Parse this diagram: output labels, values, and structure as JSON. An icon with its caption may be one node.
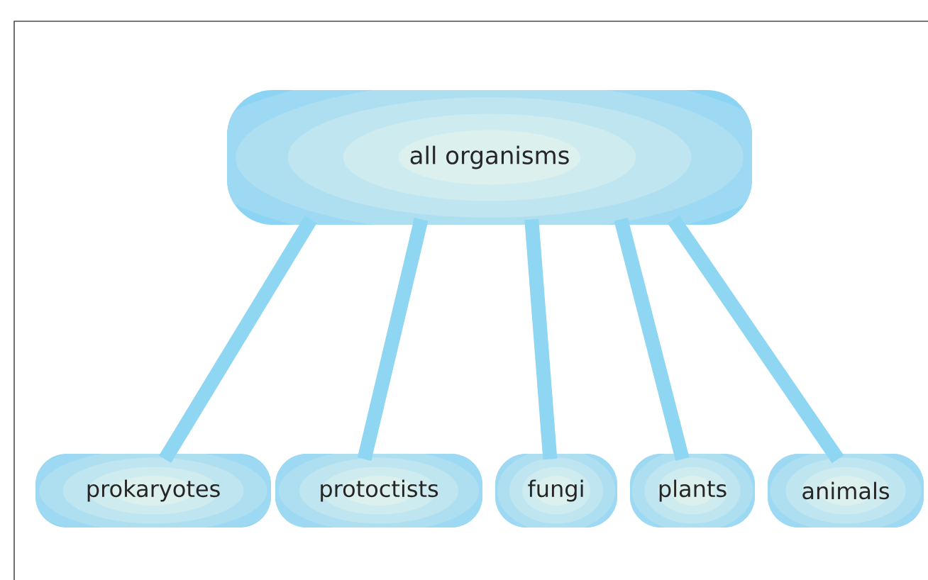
{
  "diagram": {
    "nodes": [
      {
        "text": [
          "all organisms"
        ]
      },
      {
        "text": [
          "prokaryotes"
        ]
      },
      {
        "text": [
          "protoctists"
        ]
      },
      {
        "text": [
          "fungi"
        ]
      },
      {
        "text": [
          "plants"
        ]
      },
      {
        "text": [
          "animals"
        ]
      }
    ],
    "edges": [
      {
        "from": 0,
        "to": 1,
        "arrow": "none"
      },
      {
        "from": 0,
        "to": 2,
        "arrow": "none"
      },
      {
        "from": 0,
        "to": 3,
        "arrow": "none"
      },
      {
        "from": 0,
        "to": 4,
        "arrow": "none"
      },
      {
        "from": 0,
        "to": 5,
        "arrow": "none"
      }
    ]
  }
}
